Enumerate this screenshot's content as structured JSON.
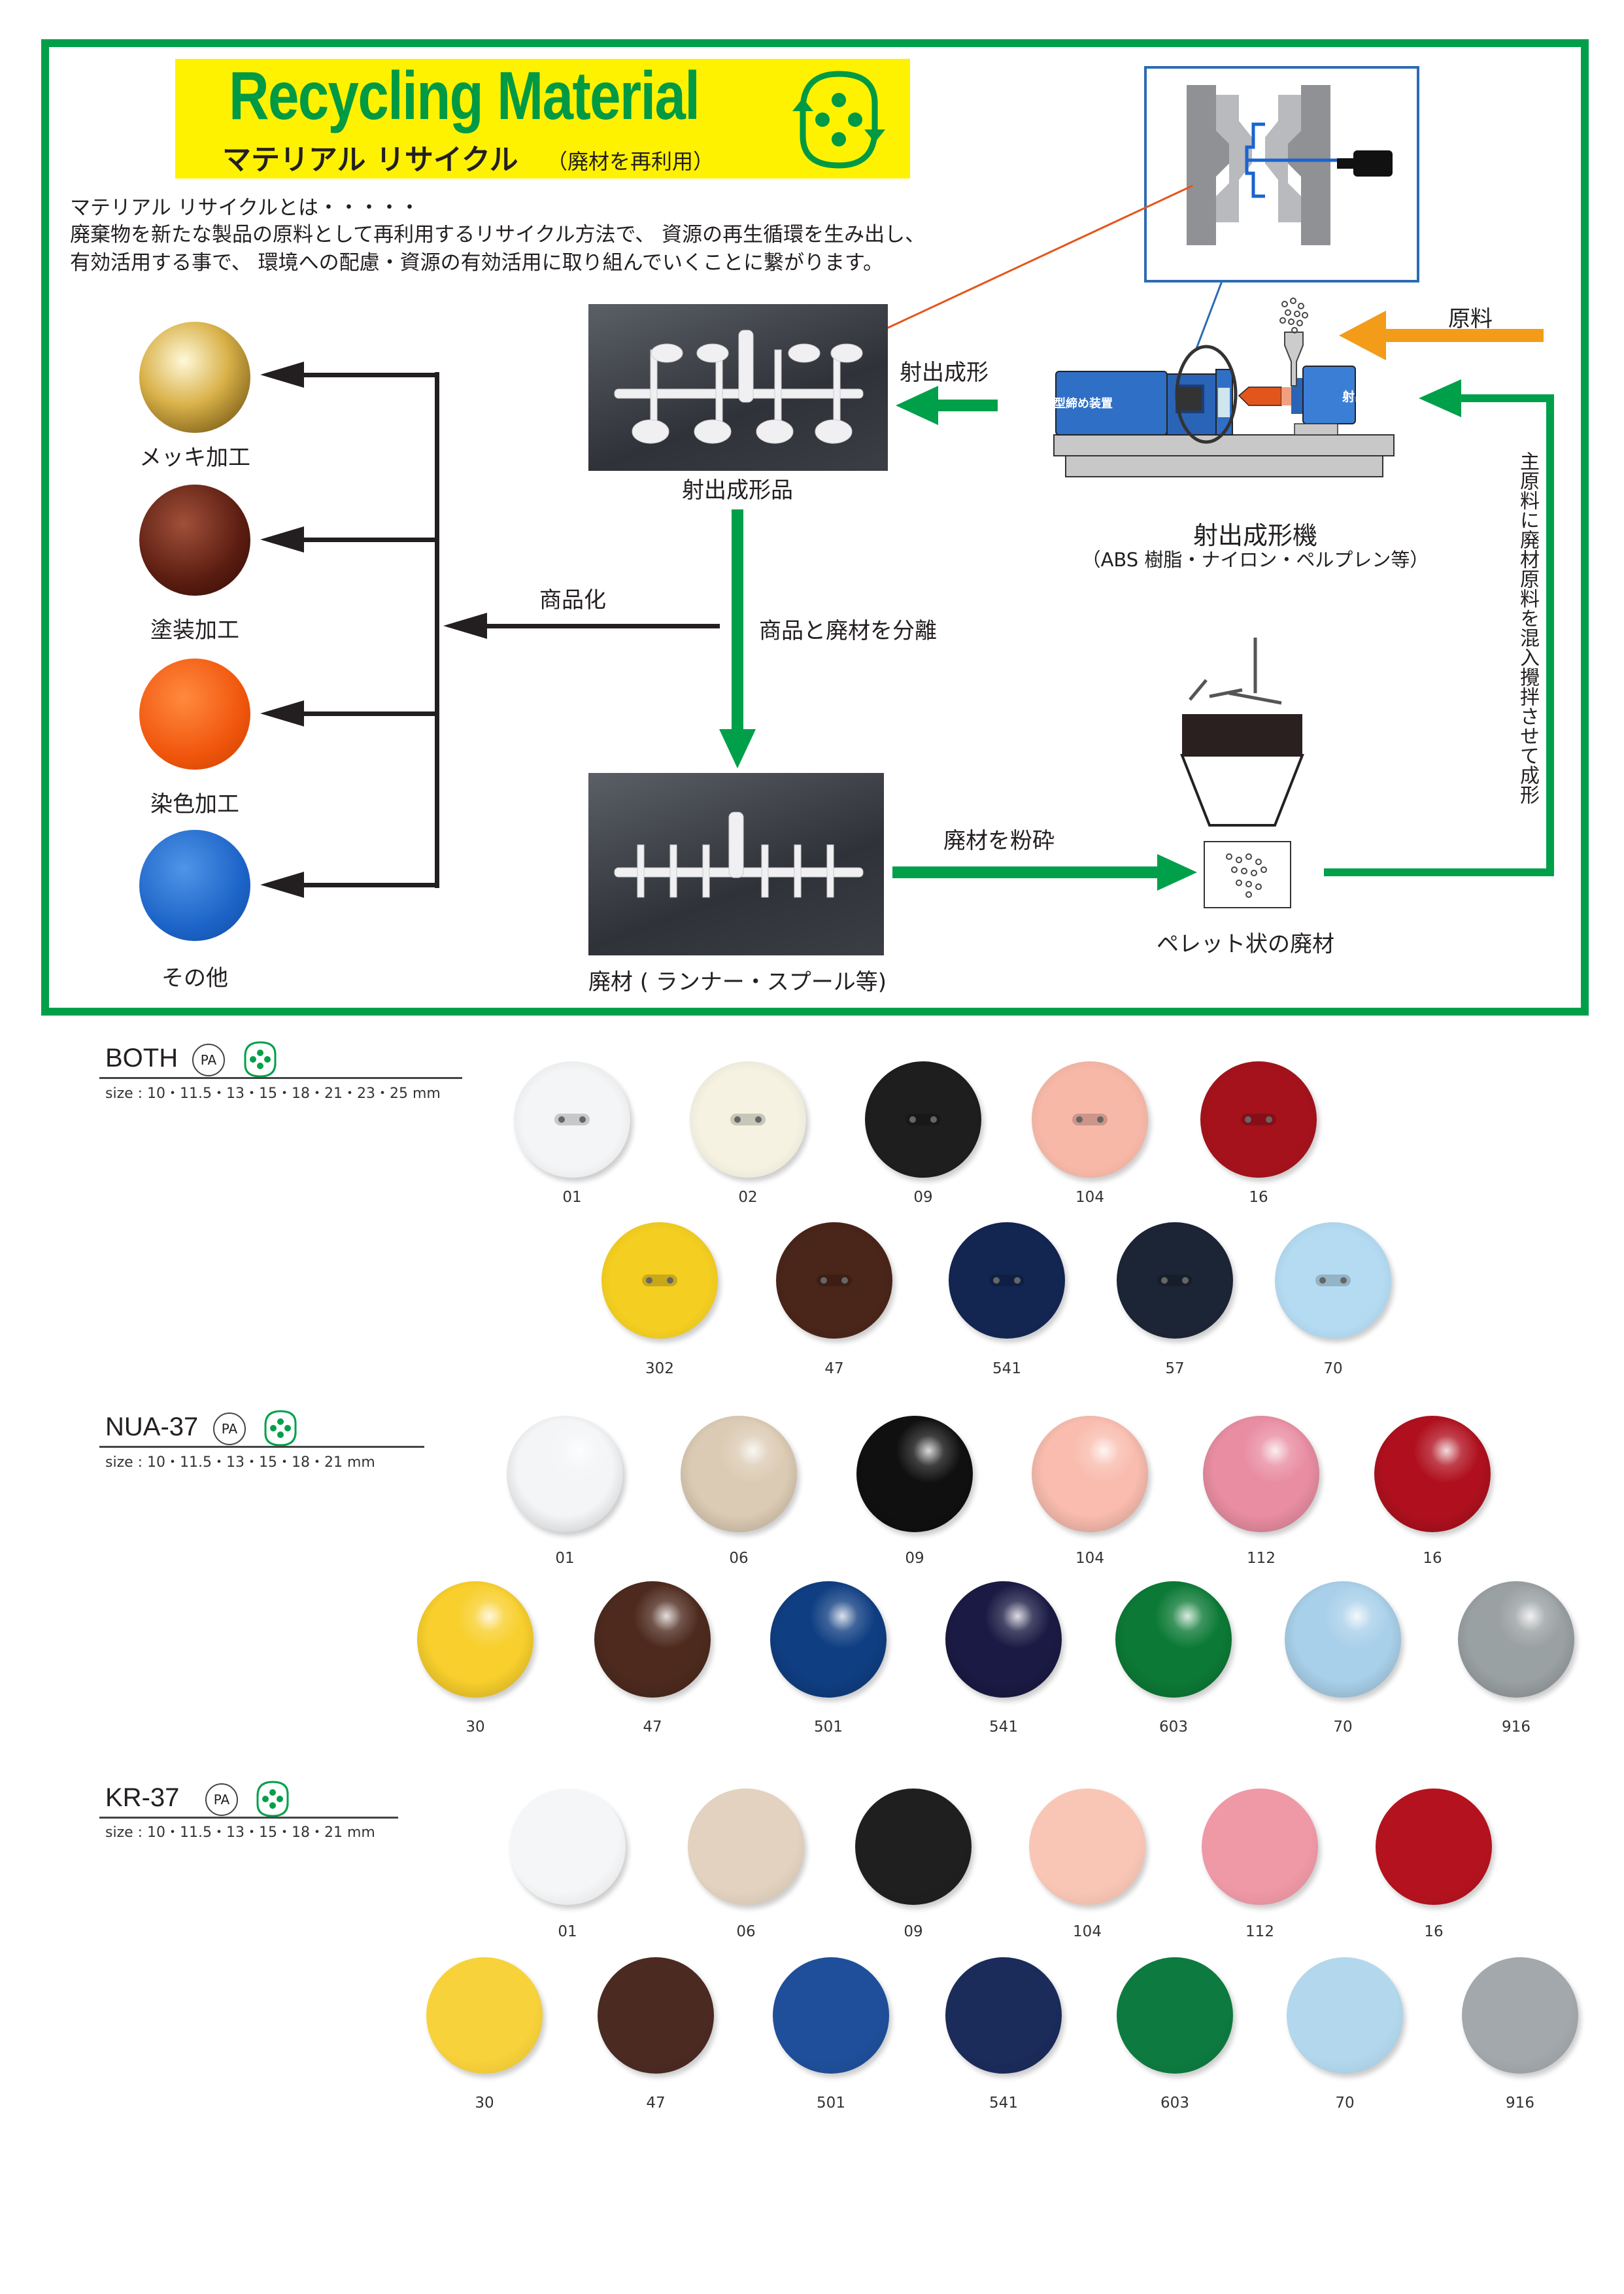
{
  "header": {
    "title_en": "Recycling  Material",
    "title_jp": "マテリアル リサイクル",
    "title_sub": "（廃材を再利用）"
  },
  "description": [
    "マテリアル リサイクルとは・・・・・",
    "廃棄物を新たな製品の原料として再利用するリサイクル方法で、 資源の再生循環を生み出し、",
    "有効活用する事で、 環境への配慮・資源の有効活用に取り組んでいくことに繋がります。"
  ],
  "diagram": {
    "raw_material": "原料",
    "injection_molding": "射出成形",
    "molded_product": "射出成形品",
    "machine_title": "射出成形機",
    "machine_sub": "（ABS 樹脂・ナイロン・ペルプレン等）",
    "clamp_unit": "型締め装置",
    "injection_unit": "射出装置",
    "commercialize": "商品化",
    "separate": "商品と廃材を分離",
    "scrap": "廃材 ( ランナー・スプール等)",
    "crush": "廃材を粉砕",
    "pellet": "ペレット状の廃材",
    "return_note": "主原料に廃材原料を混入攪拌させて成形",
    "finishes": [
      "メッキ加工",
      "塗装加工",
      "染色加工",
      "その他"
    ]
  },
  "colors": {
    "green": "#00a04a",
    "yellow": "#fff200",
    "orange": "#f39c1a",
    "machine_blue": "#2f6fc6"
  },
  "series": [
    {
      "name": "BOTH",
      "material": "PA",
      "size": "size : 10・11.5・13・15・18・21・23・25 mm",
      "style": "holes",
      "rows": [
        [
          {
            "code": "01",
            "color": "#f4f5f6"
          },
          {
            "code": "02",
            "color": "#f5f2e2"
          },
          {
            "code": "09",
            "color": "#1e1e1e"
          },
          {
            "code": "104",
            "color": "#f8b8a8"
          },
          {
            "code": "16",
            "color": "#a5121b"
          }
        ],
        [
          {
            "code": "302",
            "color": "#f4ce20"
          },
          {
            "code": "47",
            "color": "#4a2519"
          },
          {
            "code": "541",
            "color": "#132652"
          },
          {
            "code": "57",
            "color": "#1c2536"
          },
          {
            "code": "70",
            "color": "#b4dbf2"
          }
        ]
      ]
    },
    {
      "name": "NUA-37",
      "material": "PA",
      "size": "size : 10・11.5・13・15・18・21 mm",
      "style": "glossy",
      "rows": [
        [
          {
            "code": "01",
            "color": "#f3f5f7"
          },
          {
            "code": "06",
            "color": "#dccbb4"
          },
          {
            "code": "09",
            "color": "#101010"
          },
          {
            "code": "104",
            "color": "#f9bcae"
          },
          {
            "code": "112",
            "color": "#e98da2"
          },
          {
            "code": "16",
            "color": "#b0101e"
          }
        ],
        [
          {
            "code": "30",
            "color": "#f8cf2c"
          },
          {
            "code": "47",
            "color": "#4e2a1e"
          },
          {
            "code": "501",
            "color": "#0f3e82"
          },
          {
            "code": "541",
            "color": "#1a1a44"
          },
          {
            "code": "603",
            "color": "#0c7a36"
          },
          {
            "code": "70",
            "color": "#a9d0ea"
          },
          {
            "code": "916",
            "color": "#9aa1a3"
          }
        ]
      ]
    },
    {
      "name": "KR-37",
      "material": "PA",
      "size": "size : 10・11.5・13・15・18・21 mm",
      "style": "matte",
      "rows": [
        [
          {
            "code": "01",
            "color": "#f5f6f7"
          },
          {
            "code": "06",
            "color": "#e2d2bf"
          },
          {
            "code": "09",
            "color": "#1f1f1f"
          },
          {
            "code": "104",
            "color": "#f9c6b6"
          },
          {
            "code": "112",
            "color": "#ef98a6"
          },
          {
            "code": "16",
            "color": "#b5121f"
          }
        ],
        [
          {
            "code": "30",
            "color": "#f8d23a"
          },
          {
            "code": "47",
            "color": "#4b2a22"
          },
          {
            "code": "501",
            "color": "#1f4f9a"
          },
          {
            "code": "541",
            "color": "#1b2b5a"
          },
          {
            "code": "603",
            "color": "#0d7b40"
          },
          {
            "code": "70",
            "color": "#b3d8ee"
          },
          {
            "code": "916",
            "color": "#a2a8ab"
          }
        ]
      ]
    }
  ]
}
